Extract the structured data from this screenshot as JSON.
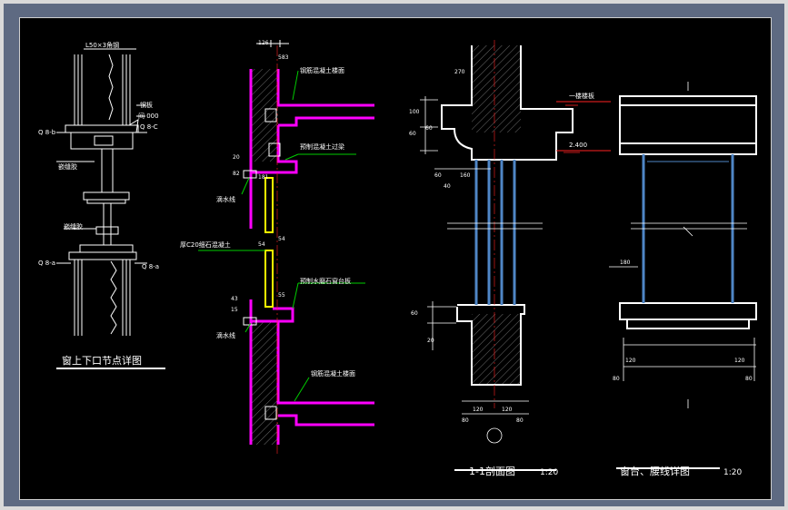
{
  "colors": {
    "background": "#000000",
    "frame": "#5e6a82",
    "line": "#ffffff",
    "concrete": "#ff00ff",
    "glass": "#ffff00",
    "leader": "#00cc00",
    "mullion": "#4f86c6",
    "centerline": "#ff2222"
  },
  "detail1": {
    "angle_label": "L50×3角钢",
    "steel_plate": "钢板",
    "pitch": "间 000",
    "q_top_left": "Q 8-b",
    "q_top_right": "Q 8-C",
    "sealant_top": "嵌缝胶",
    "sealant_bottom": "嵌缝胶",
    "q_bottom_left": "Q 8-a",
    "q_bottom_right": "Q 8-a",
    "title": "窗上下口节点详图"
  },
  "detail2": {
    "dim_top_a": "126",
    "dim_top_b": "583",
    "slab_top": "钢筋混凝土楼面",
    "lintel": "预制混凝土过梁",
    "dim_20": "20",
    "dim_82": "82",
    "dim_181": "181",
    "drip_top": "滴水线",
    "sill_concrete": "厚C20细石混凝土",
    "dim_54a": "54",
    "dim_54b": "54",
    "sill_board": "预制水磨石窗台板",
    "dim_55": "55",
    "dim_43": "43",
    "dim_15": "15",
    "drip_bottom": "滴水线",
    "slab_bottom": "钢筋混凝土楼面"
  },
  "detail3": {
    "dim_270": "270",
    "dim_100a": "100",
    "dim_60a": "60",
    "dim_60b": "60",
    "dim_160": "160",
    "dim_60c": "60",
    "dim_40": "40",
    "note_floor": "一楼楼板",
    "elev": "2.400",
    "dim_60d": "60",
    "dim_20": "20",
    "dim_120a": "120",
    "dim_120b": "120",
    "dim_80a": "80",
    "dim_80b": "80",
    "title": "1-1剖面图",
    "scale": "1:20"
  },
  "detail4": {
    "dim_180": "180",
    "dim_120a": "120",
    "dim_120b": "120",
    "dim_80a": "80",
    "dim_80b": "80",
    "title": "窗台、腰线详图",
    "scale": "1:20"
  }
}
